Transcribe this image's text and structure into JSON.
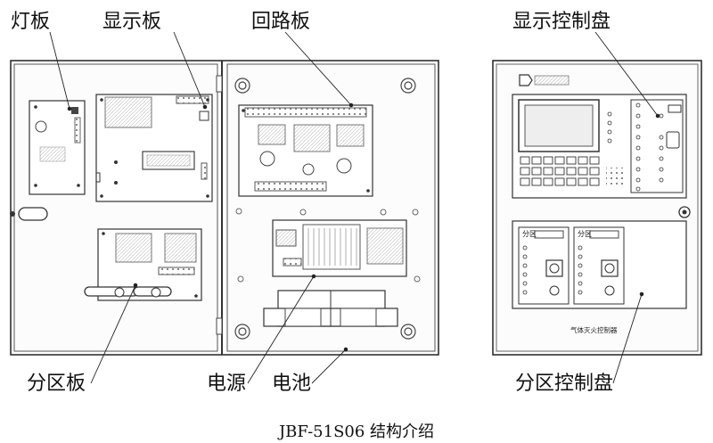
{
  "labels": {
    "lamp_board": "灯板",
    "display_board": "显示板",
    "loop_board": "回路板",
    "display_control_panel": "显示控制盘",
    "zone_board": "分区板",
    "power_supply": "电源",
    "battery": "电池",
    "zone_control_panel": "分区控制盘"
  },
  "caption": "JBF-51S06 结构介绍",
  "panel_text": {
    "gas_controller": "气体灭火控制器",
    "zone_a": "分区",
    "zone_b": "分区"
  }
}
